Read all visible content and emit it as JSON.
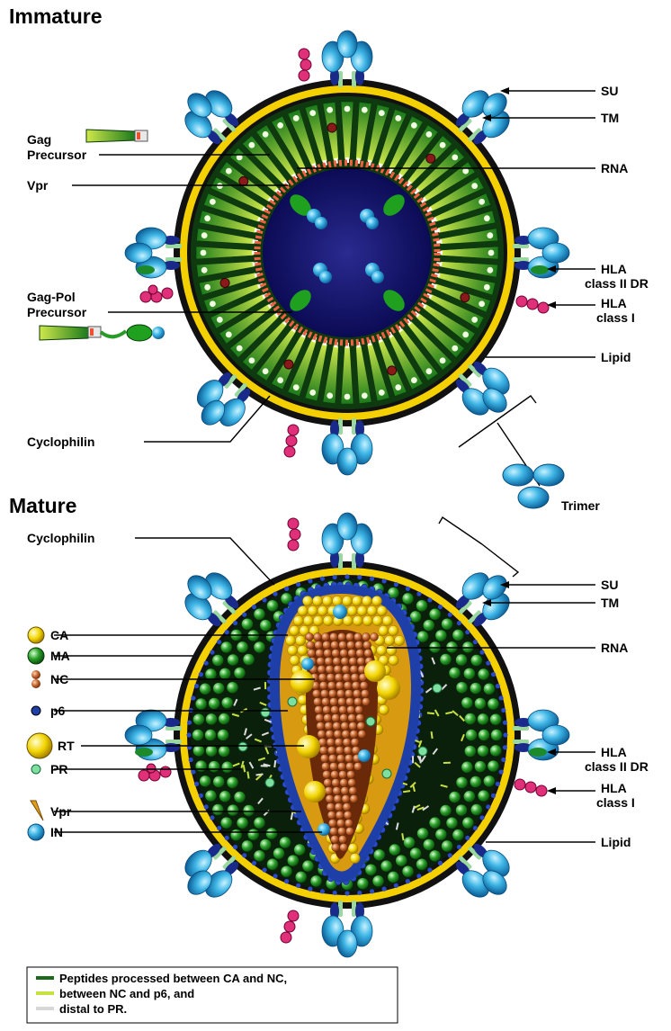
{
  "immature": {
    "title": "Immature",
    "labels": {
      "su": "SU",
      "tm": "TM",
      "gag_precursor_1": "Gag",
      "gag_precursor_2": "Precursor",
      "rna": "RNA",
      "vpr": "Vpr",
      "hla2_1": "HLA",
      "hla2_2": "class II  DR",
      "hla1_1": "HLA",
      "hla1_2": "class I",
      "gagpol_1": "Gag-Pol",
      "gagpol_2": "Precursor",
      "lipid": "Lipid",
      "cyclophilin": "Cyclophilin"
    }
  },
  "trimer": "Trimer",
  "mature": {
    "title": "Mature",
    "labels": {
      "cyclophilin": "Cyclophilin",
      "su": "SU",
      "tm": "TM",
      "rna": "RNA",
      "hla2_1": "HLA",
      "hla2_2": "class II  DR",
      "hla1_1": "HLA",
      "hla1_2": "class I",
      "lipid": "Lipid"
    },
    "key": [
      {
        "label": "CA",
        "color": "#f2d400"
      },
      {
        "label": "MA",
        "color": "#1e8a1e"
      },
      {
        "label": "NC",
        "color": "#b85a2a"
      },
      {
        "label": "p6",
        "color": "#1f3fa8"
      },
      {
        "label": "RT",
        "color": "#e8e800"
      },
      {
        "label": "PR",
        "color": "#7ee0a0"
      },
      {
        "label": "Vpr",
        "color": "#e0a020"
      },
      {
        "label": "IN",
        "color": "#2aa6e0"
      }
    ]
  },
  "legend": {
    "line1": "Peptides processed between CA and NC,",
    "line2": "between NC and p6, and",
    "line3": "distal to PR."
  }
}
